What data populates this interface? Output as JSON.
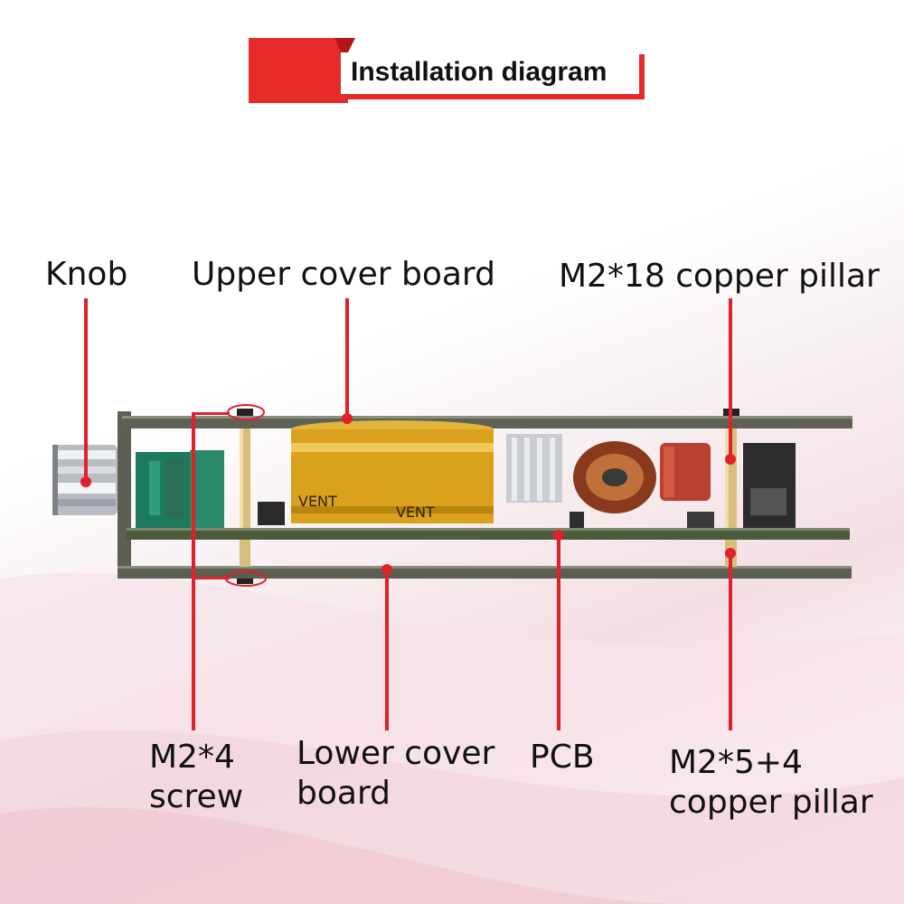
{
  "title": "Installation diagram",
  "colors": {
    "accent": "#e0202a",
    "board": "#5a5c50",
    "pillar": "#d8c07a",
    "capacitor": "#d9a11c"
  },
  "labels": {
    "knob": "Knob",
    "upper_cover_board": "Upper cover board",
    "m2_18_copper_pillar": "M2*18 copper pillar",
    "m2_4_screw_line1": "M2*4",
    "m2_4_screw_line2": "screw",
    "lower_cover_board_line1": "Lower cover",
    "lower_cover_board_line2": "board",
    "pcb": "PCB",
    "m2_5_4_copper_pillar_line1": "M2*5+4",
    "m2_5_4_copper_pillar_line2": "copper pillar"
  },
  "capacitor_text": {
    "left": "VENT",
    "right": "VENT"
  }
}
